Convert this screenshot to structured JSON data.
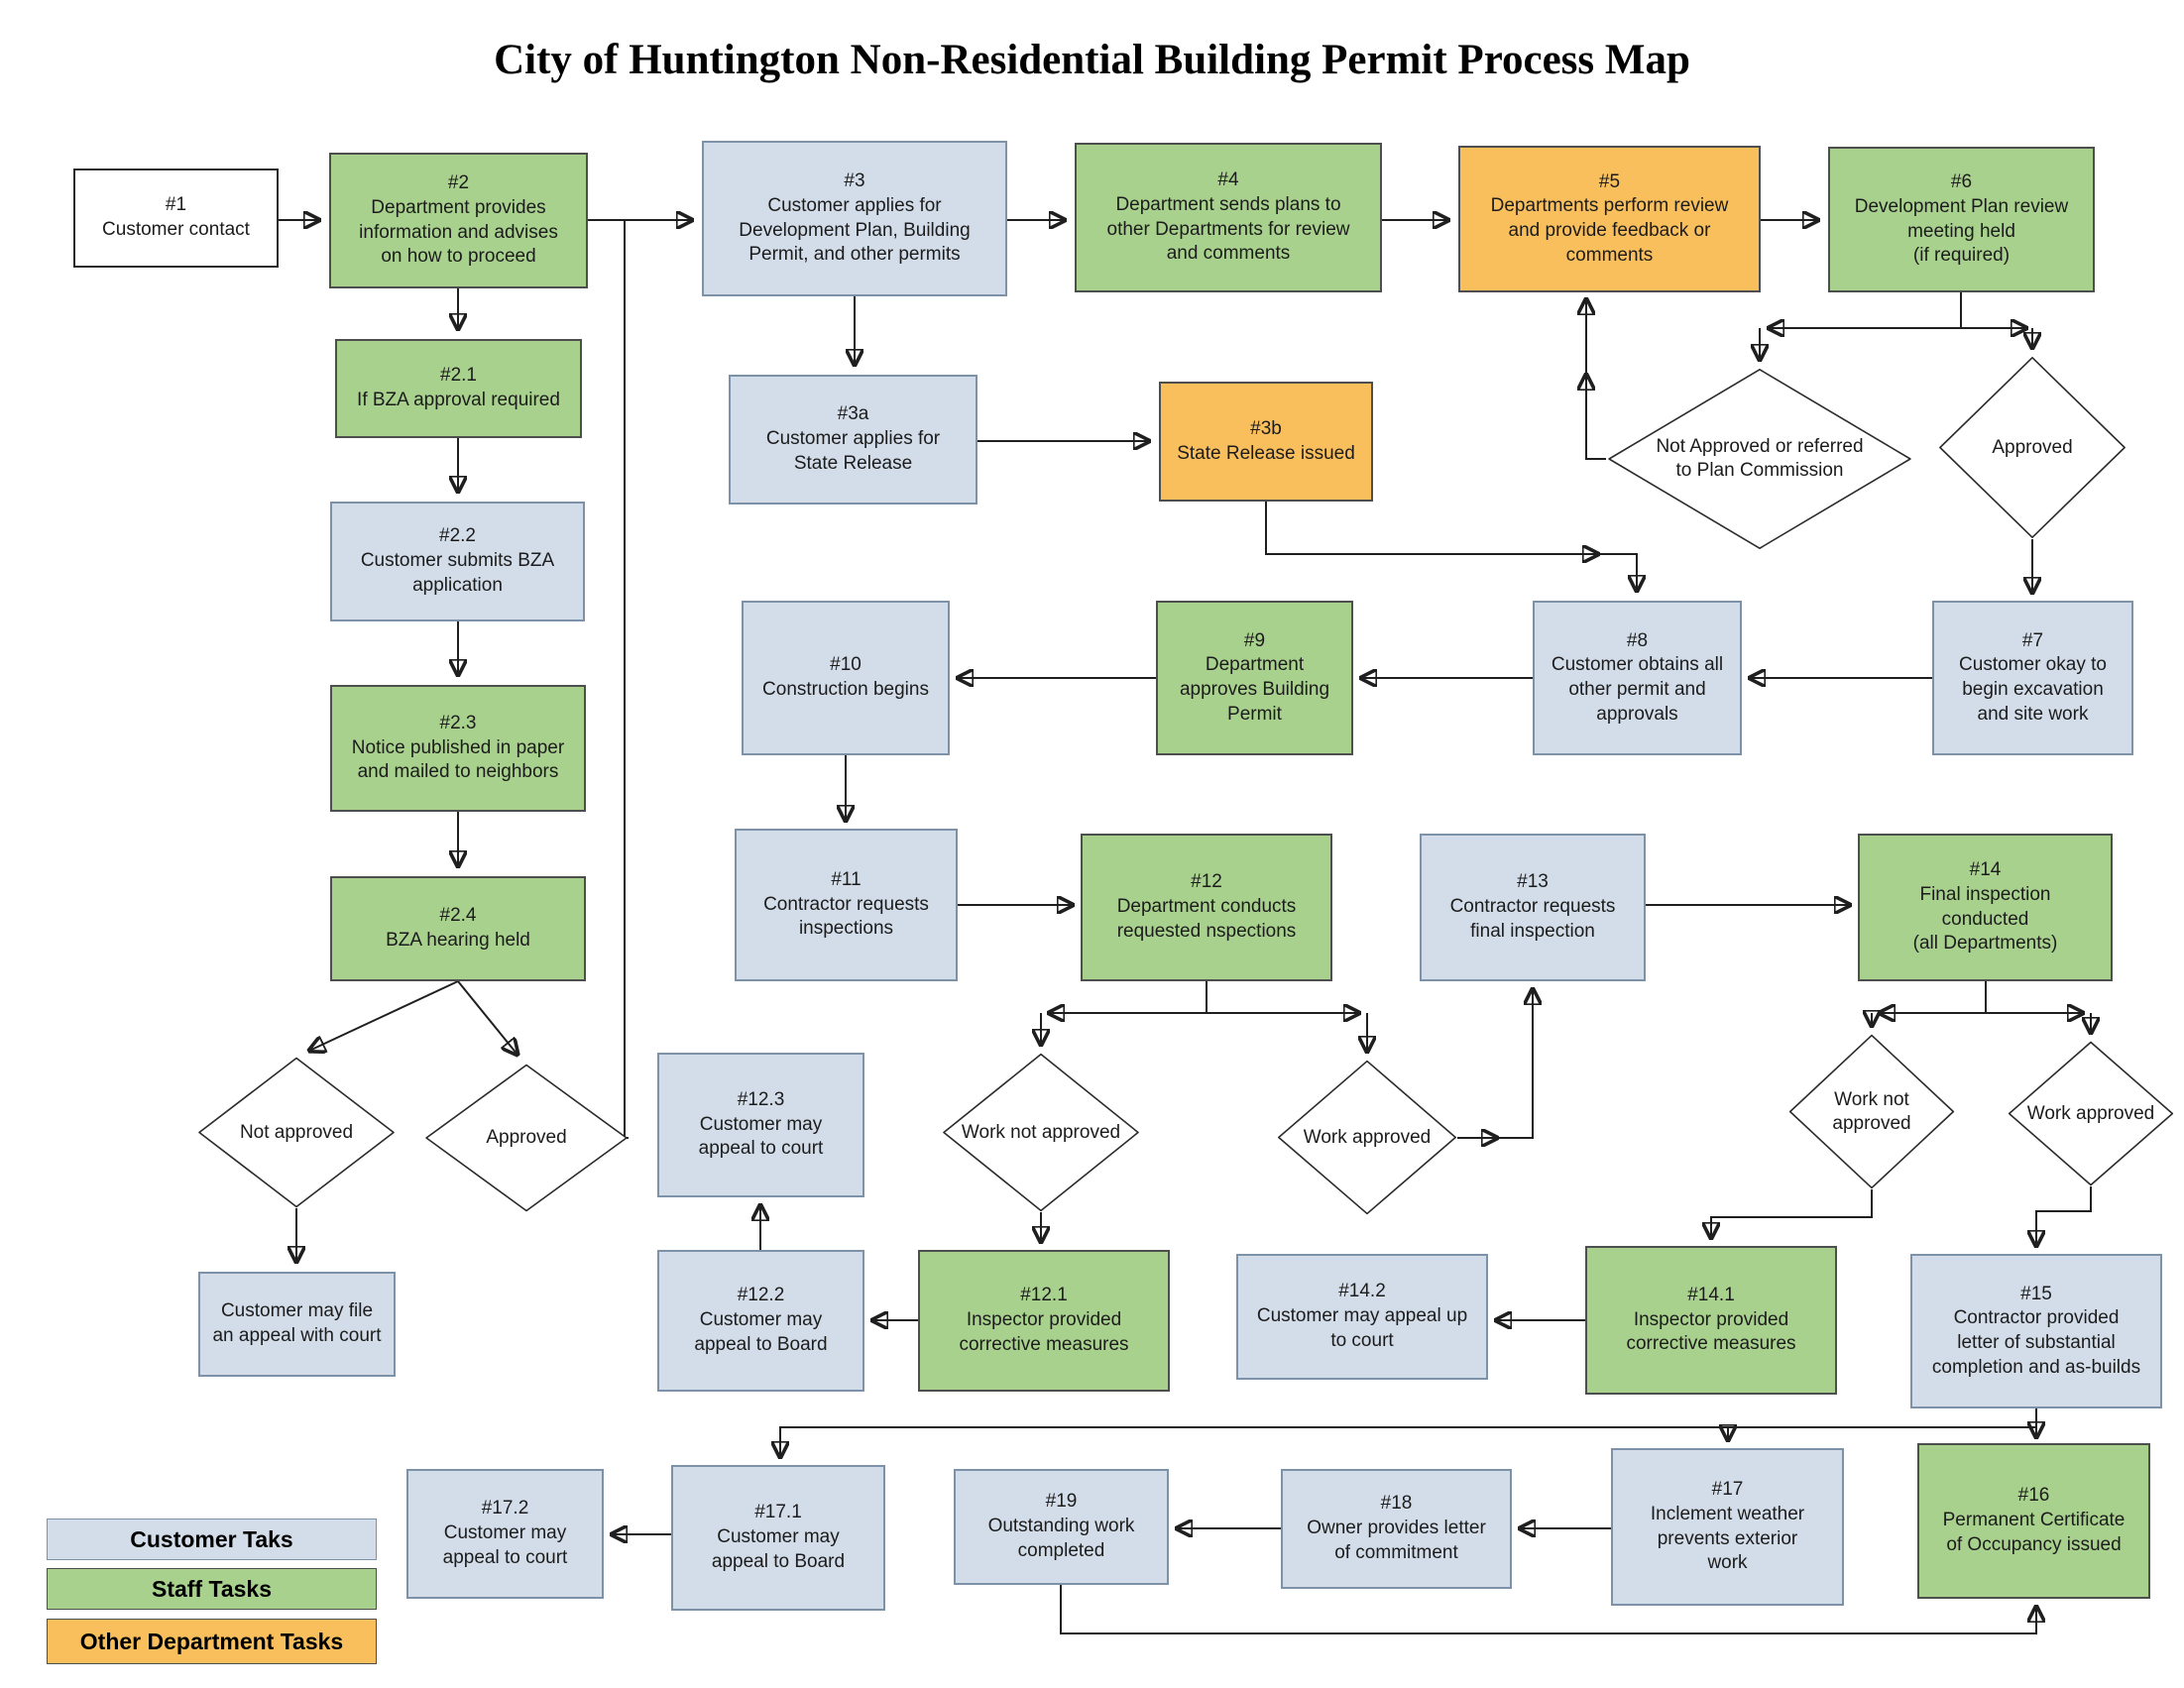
{
  "title": "City of Huntington Non-Residential Building Permit Process Map",
  "colors": {
    "customer": "#d3dde9",
    "staff": "#a9d18e",
    "other": "#f9bf5d",
    "plain": "#ffffff",
    "line": "#1f1f1f"
  },
  "nodes": {
    "n1": "#1\nCustomer contact",
    "n2": "#2\nDepartment provides\ninformation and advises\non how to proceed",
    "n21": "#2.1\nIf BZA approval required",
    "n22": "#2.2\nCustomer submits BZA\napplication",
    "n23": "#2.3\nNotice published in paper\nand mailed to neighbors",
    "n24": "#2.4\nBZA hearing held",
    "appeal_court": "Customer may file\nan appeal with court",
    "n3": "#3\nCustomer applies for\nDevelopment Plan, Building\nPermit, and other permits",
    "n3a": "#3a\nCustomer applies for\nState Release",
    "n3b": "#3b\nState Release issued",
    "n4": "#4\nDepartment sends plans to\nother Departments for review\nand comments",
    "n5": "#5\nDepartments perform review\nand provide feedback or\ncomments",
    "n6": "#6\nDevelopment Plan review\nmeeting held\n(if required)",
    "n7": "#7\nCustomer okay to\nbegin excavation\nand site work",
    "n8": "#8\nCustomer obtains all\nother permit and\napprovals",
    "n9": "#9\nDepartment\napproves Building\nPermit",
    "n10": "#10\nConstruction begins",
    "n11": "#11\nContractor requests\ninspections",
    "n12": "#12\nDepartment conducts\nrequested nspections",
    "n121": "#12.1\nInspector provided\ncorrective measures",
    "n122": "#12.2\nCustomer may\nappeal to Board",
    "n123": "#12.3\nCustomer may\nappeal to court",
    "n13": "#13\nContractor requests\nfinal inspection",
    "n14": "#14\nFinal inspection\nconducted\n(all Departments)",
    "n141": "#14.1\nInspector provided\ncorrective measures",
    "n142": "#14.2\nCustomer may appeal up\nto court",
    "n15": "#15\nContractor provided\nletter of substantial\ncompletion and as-builds",
    "n16": "#16\nPermanent Certificate\nof Occupancy issued",
    "n17": "#17\nInclement weather\nprevents exterior\nwork",
    "n171": "#17.1\nCustomer may\nappeal to Board",
    "n172": "#17.2\nCustomer may\nappeal to court",
    "n18": "#18\nOwner provides letter\nof commitment",
    "n19": "#19\nOutstanding work\ncompleted"
  },
  "decisions": {
    "bza_not_approved": "Not approved",
    "bza_approved": "Approved",
    "plan_not_approved": "Not Approved or referred\nto Plan Commission",
    "plan_approved": "Approved",
    "work_not_approved_1": "Work not approved",
    "work_approved_1": "Work approved",
    "work_not_approved_2": "Work not\napproved",
    "work_approved_2": "Work approved"
  },
  "legend": {
    "customer": "Customer Taks",
    "staff": "Staff Tasks",
    "other": "Other Department Tasks"
  }
}
